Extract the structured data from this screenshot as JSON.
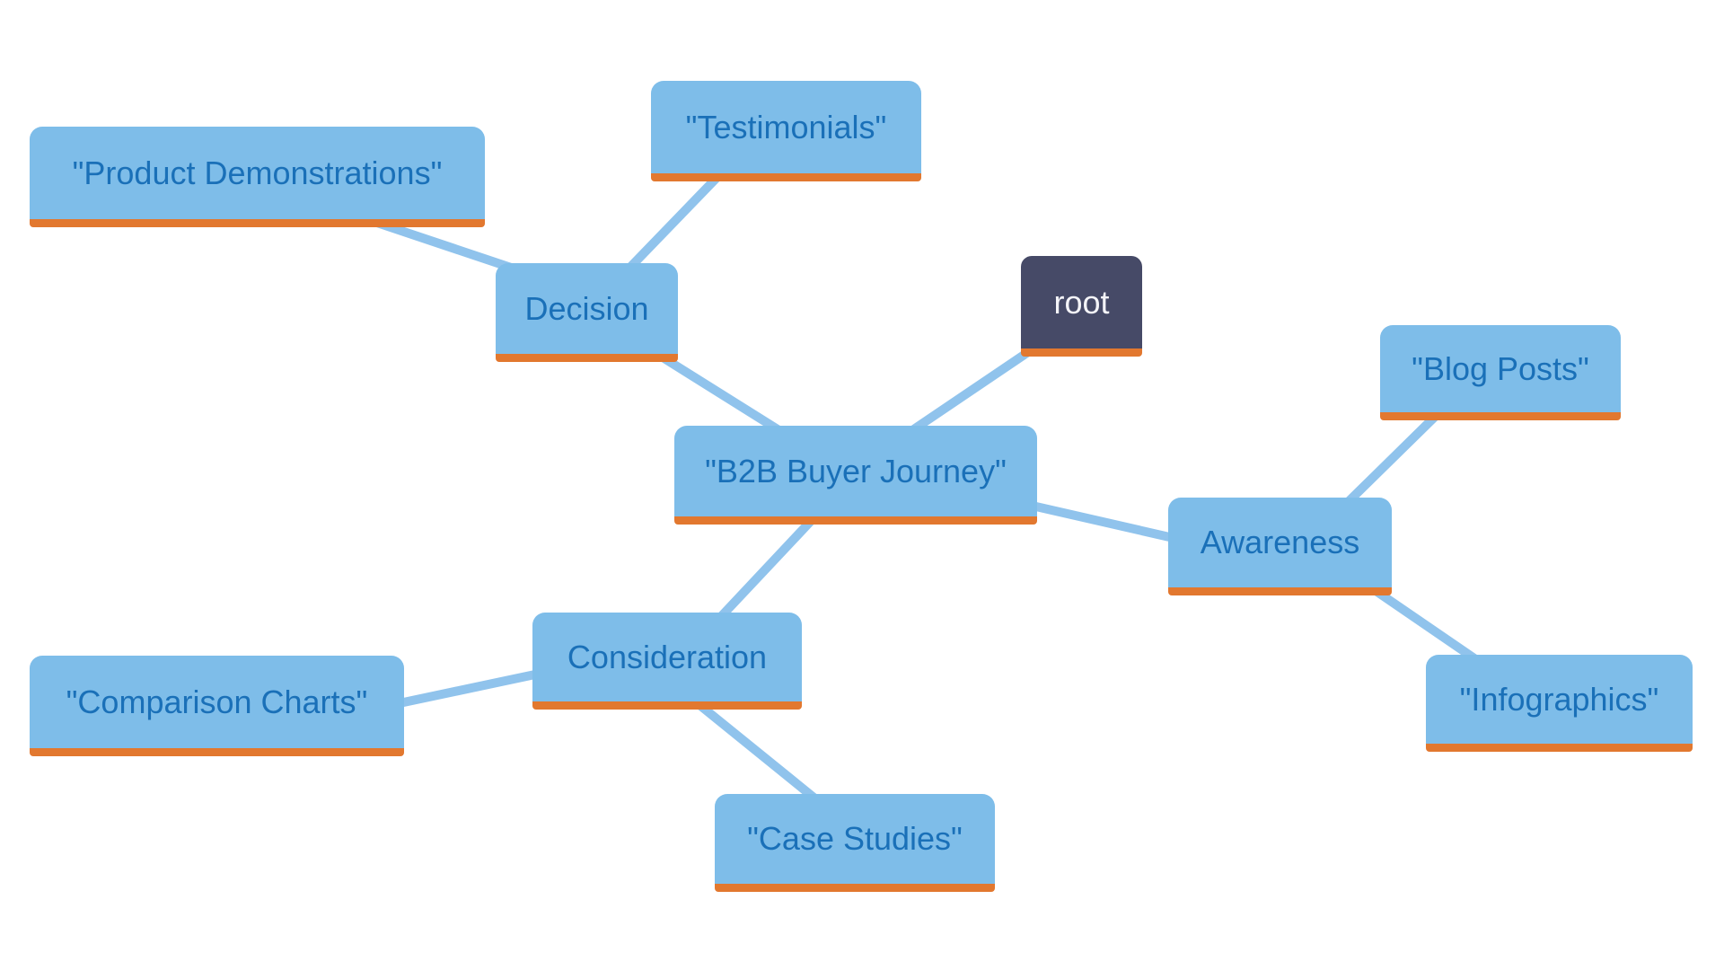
{
  "diagram": {
    "type": "mindmap",
    "title": "B2B Buyer Journey mind map",
    "root_label": "root",
    "center_label": "\"B2B Buyer Journey\"",
    "branches": [
      {
        "label": "Decision",
        "children": [
          "\"Product Demonstrations\"",
          "\"Testimonials\""
        ]
      },
      {
        "label": "Awareness",
        "children": [
          "\"Blog Posts\"",
          "\"Infographics\""
        ]
      },
      {
        "label": "Consideration",
        "children": [
          "\"Comparison Charts\"",
          "\"Case Studies\""
        ]
      }
    ]
  },
  "palette": {
    "node_fill": "#7EBDE9",
    "node_text": "#1A70B8",
    "node_underline": "#E2782F",
    "root_fill": "#464A67",
    "root_text": "#F4F4F8",
    "edge": "#90C3EC",
    "background": "#FFFFFF"
  },
  "nodes": [
    {
      "id": "product-demonstrations",
      "label": "\"Product Demonstrations\""
    },
    {
      "id": "testimonials",
      "label": "\"Testimonials\""
    },
    {
      "id": "decision",
      "label": "Decision"
    },
    {
      "id": "root",
      "label": "root"
    },
    {
      "id": "b2b-buyer-journey",
      "label": "\"B2B Buyer Journey\""
    },
    {
      "id": "blog-posts",
      "label": "\"Blog Posts\""
    },
    {
      "id": "awareness",
      "label": "Awareness"
    },
    {
      "id": "infographics",
      "label": "\"Infographics\""
    },
    {
      "id": "comparison-charts",
      "label": "\"Comparison Charts\""
    },
    {
      "id": "consideration",
      "label": "Consideration"
    },
    {
      "id": "case-studies",
      "label": "\"Case Studies\""
    }
  ]
}
